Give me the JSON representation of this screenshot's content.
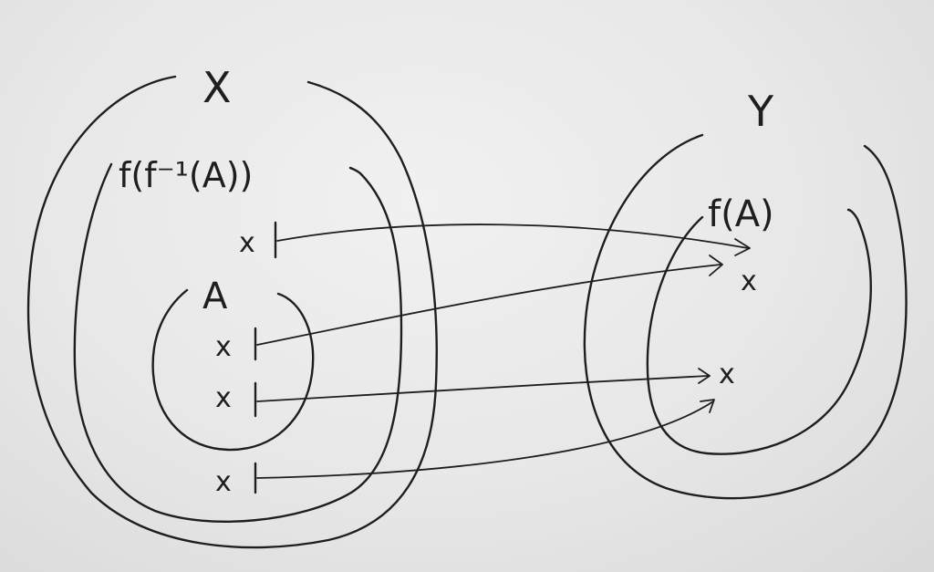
{
  "diagram": {
    "domain_set_label": "X",
    "codomain_set_label": "Y",
    "preimage_image_label": "f(f⁻¹(A))",
    "subset_label": "A",
    "image_label": "f(A)",
    "element_label": "x",
    "domain_elements": [
      {
        "label": "x",
        "region": "f(f⁻¹(A)) only"
      },
      {
        "label": "x",
        "region": "A"
      },
      {
        "label": "x",
        "region": "A"
      },
      {
        "label": "x",
        "region": "f(f⁻¹(A)) only"
      }
    ],
    "codomain_elements": [
      {
        "label": "x",
        "region": "f(A)"
      },
      {
        "label": "x",
        "region": "f(A)"
      }
    ],
    "mappings": [
      {
        "from": 0,
        "to": 0
      },
      {
        "from": 1,
        "to": 0
      },
      {
        "from": 2,
        "to": 1
      },
      {
        "from": 3,
        "to": 1
      }
    ]
  }
}
